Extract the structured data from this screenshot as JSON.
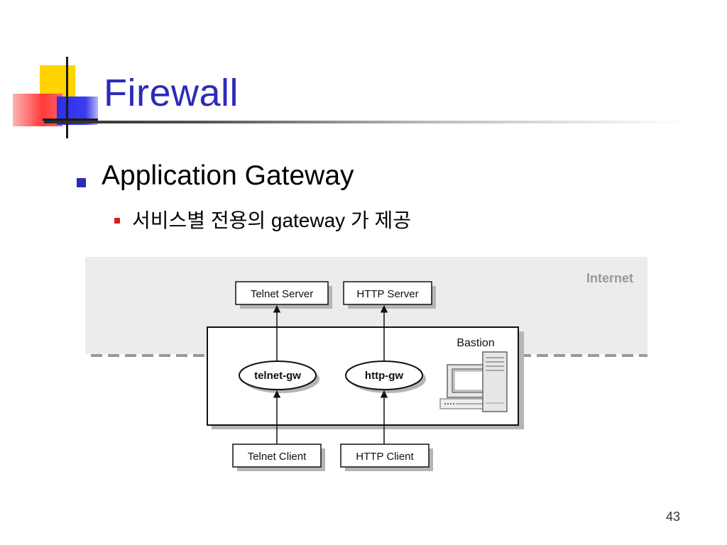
{
  "slide": {
    "title": "Firewall",
    "bullet_level1": "Application Gateway",
    "bullet_level2": "서비스별 전용의 gateway 가 제공",
    "page_number": "43"
  },
  "diagram": {
    "internet_label": "Internet",
    "bastion_label": "Bastion",
    "servers": [
      "Telnet Server",
      "HTTP Server"
    ],
    "gateways": [
      "telnet-gw",
      "http-gw"
    ],
    "clients": [
      "Telnet Client",
      "HTTP Client"
    ]
  },
  "colors": {
    "title_blue": "#2b2bb8",
    "bullet_red": "#e01a1a",
    "decor_yellow": "#ffd400",
    "decor_red": "#ff3b3b",
    "decor_blue": "#2e2ee6"
  }
}
